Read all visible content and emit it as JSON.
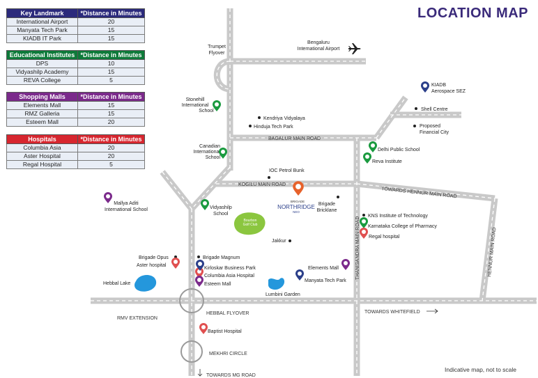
{
  "title": "LOCATION MAP",
  "footnote": "Indicative map, not to scale",
  "tables": [
    {
      "header": [
        "Key Landmark",
        "*Distance in Minutes"
      ],
      "color": "#2b2a7c",
      "rows": [
        [
          "International Airport",
          "20"
        ],
        [
          "Manyata Tech Park",
          "15"
        ],
        [
          "KIADB IT Park",
          "15"
        ]
      ]
    },
    {
      "header": [
        "Educational Institutes",
        "*Distance in Minutes"
      ],
      "color": "#0e7a3a",
      "rows": [
        [
          "DPS",
          "10"
        ],
        [
          "Vidyashilp Academy",
          "15"
        ],
        [
          "REVA College",
          "5"
        ]
      ]
    },
    {
      "header": [
        "Shopping Malls",
        "*Distance in Minutes"
      ],
      "color": "#7b2a8b",
      "rows": [
        [
          "Elements Mall",
          "15"
        ],
        [
          "RMZ Galleria",
          "15"
        ],
        [
          "Esteem Mall",
          "20"
        ]
      ]
    },
    {
      "header": [
        "Hospitals",
        "*Distance in Minutes"
      ],
      "color": "#d7262f",
      "rows": [
        [
          "Columbia Asia",
          "20"
        ],
        [
          "Aster Hospital",
          "20"
        ],
        [
          "Regal Hospital",
          "5"
        ]
      ]
    }
  ],
  "map": {
    "roads": {
      "bagalur": "BAGALUR MAIN ROAD",
      "kogilu": "KOGILU MAIN ROAD",
      "hennur_towards": "TOWARDS HENNUR MAIN ROAD",
      "thanisandra": "THANISANDRA MAIN ROAD",
      "hennur": "HENNUR MAIN ROAD",
      "hebbal_flyover": "HEBBAL FLYOVER",
      "rmv": "RMV EXTENSION",
      "towards_whitefield": "TOWARDS WHITEFIELD",
      "mekhri": "MEKHRI CIRCLE",
      "towards_mg": "TOWARDS MG ROAD"
    },
    "places": {
      "trumpet": [
        "Trumpet",
        "Flyover"
      ],
      "airport": [
        "Bengaluru",
        "International Airport"
      ],
      "kiadb": [
        "KIADB",
        "Aerospace SEZ"
      ],
      "shell": "Shell Centre",
      "financial": [
        "Proposed",
        "Financial City"
      ],
      "stonehill": [
        "Stonehill",
        "International",
        "School"
      ],
      "kendriya": "Kendriya Vidyalaya",
      "hinduja": "Hinduja Tech Park",
      "canadian": [
        "Canadian",
        "International",
        "School"
      ],
      "dps": "Delhi Public School",
      "reva": "Reva Institute",
      "ioc": "IOC Petrol Bunk",
      "mallya": [
        "Mallya Aditi",
        "International School"
      ],
      "vidyashilp": [
        "Vidyashilp",
        "School"
      ],
      "golf": [
        "Bourbon",
        "Golf Club"
      ],
      "brand_top": "BRIGADE",
      "brand_main": "NORTHRIDGE",
      "brand_sub": "NEO",
      "brigade_bricklane": [
        "Brigade",
        "Bricklane"
      ],
      "kns": "KNS Institute of Technology",
      "kcp": "Karnataka College of Pharmacy",
      "regal": "Regal hospital",
      "jakkur": "Jakkur",
      "brigade_opus": "Brigade Opus",
      "aster": "Aster hospital",
      "brigade_magnum": "Brigade Magnum",
      "kirloskar": "Kirloskar Business Park",
      "columbia": "Columbia Asia Hospital",
      "esteem": "Esteem Mall",
      "elements": "Elements Mall",
      "manyata": "Manyata Tech Park",
      "hebbal_lake": "Hebbal Lake",
      "lumbini": "Lumbini Garden",
      "baptist": "Baptist Hospital"
    },
    "colors": {
      "road": "#c9c9c9",
      "road_dash": "#ffffff",
      "school": "#1a9a3f",
      "hospital": "#e05050",
      "mall": "#7b2a8b",
      "business": "#2b3f8a",
      "water": "#2497dc",
      "golf": "#8bc63f",
      "project": "#e7622b"
    }
  }
}
